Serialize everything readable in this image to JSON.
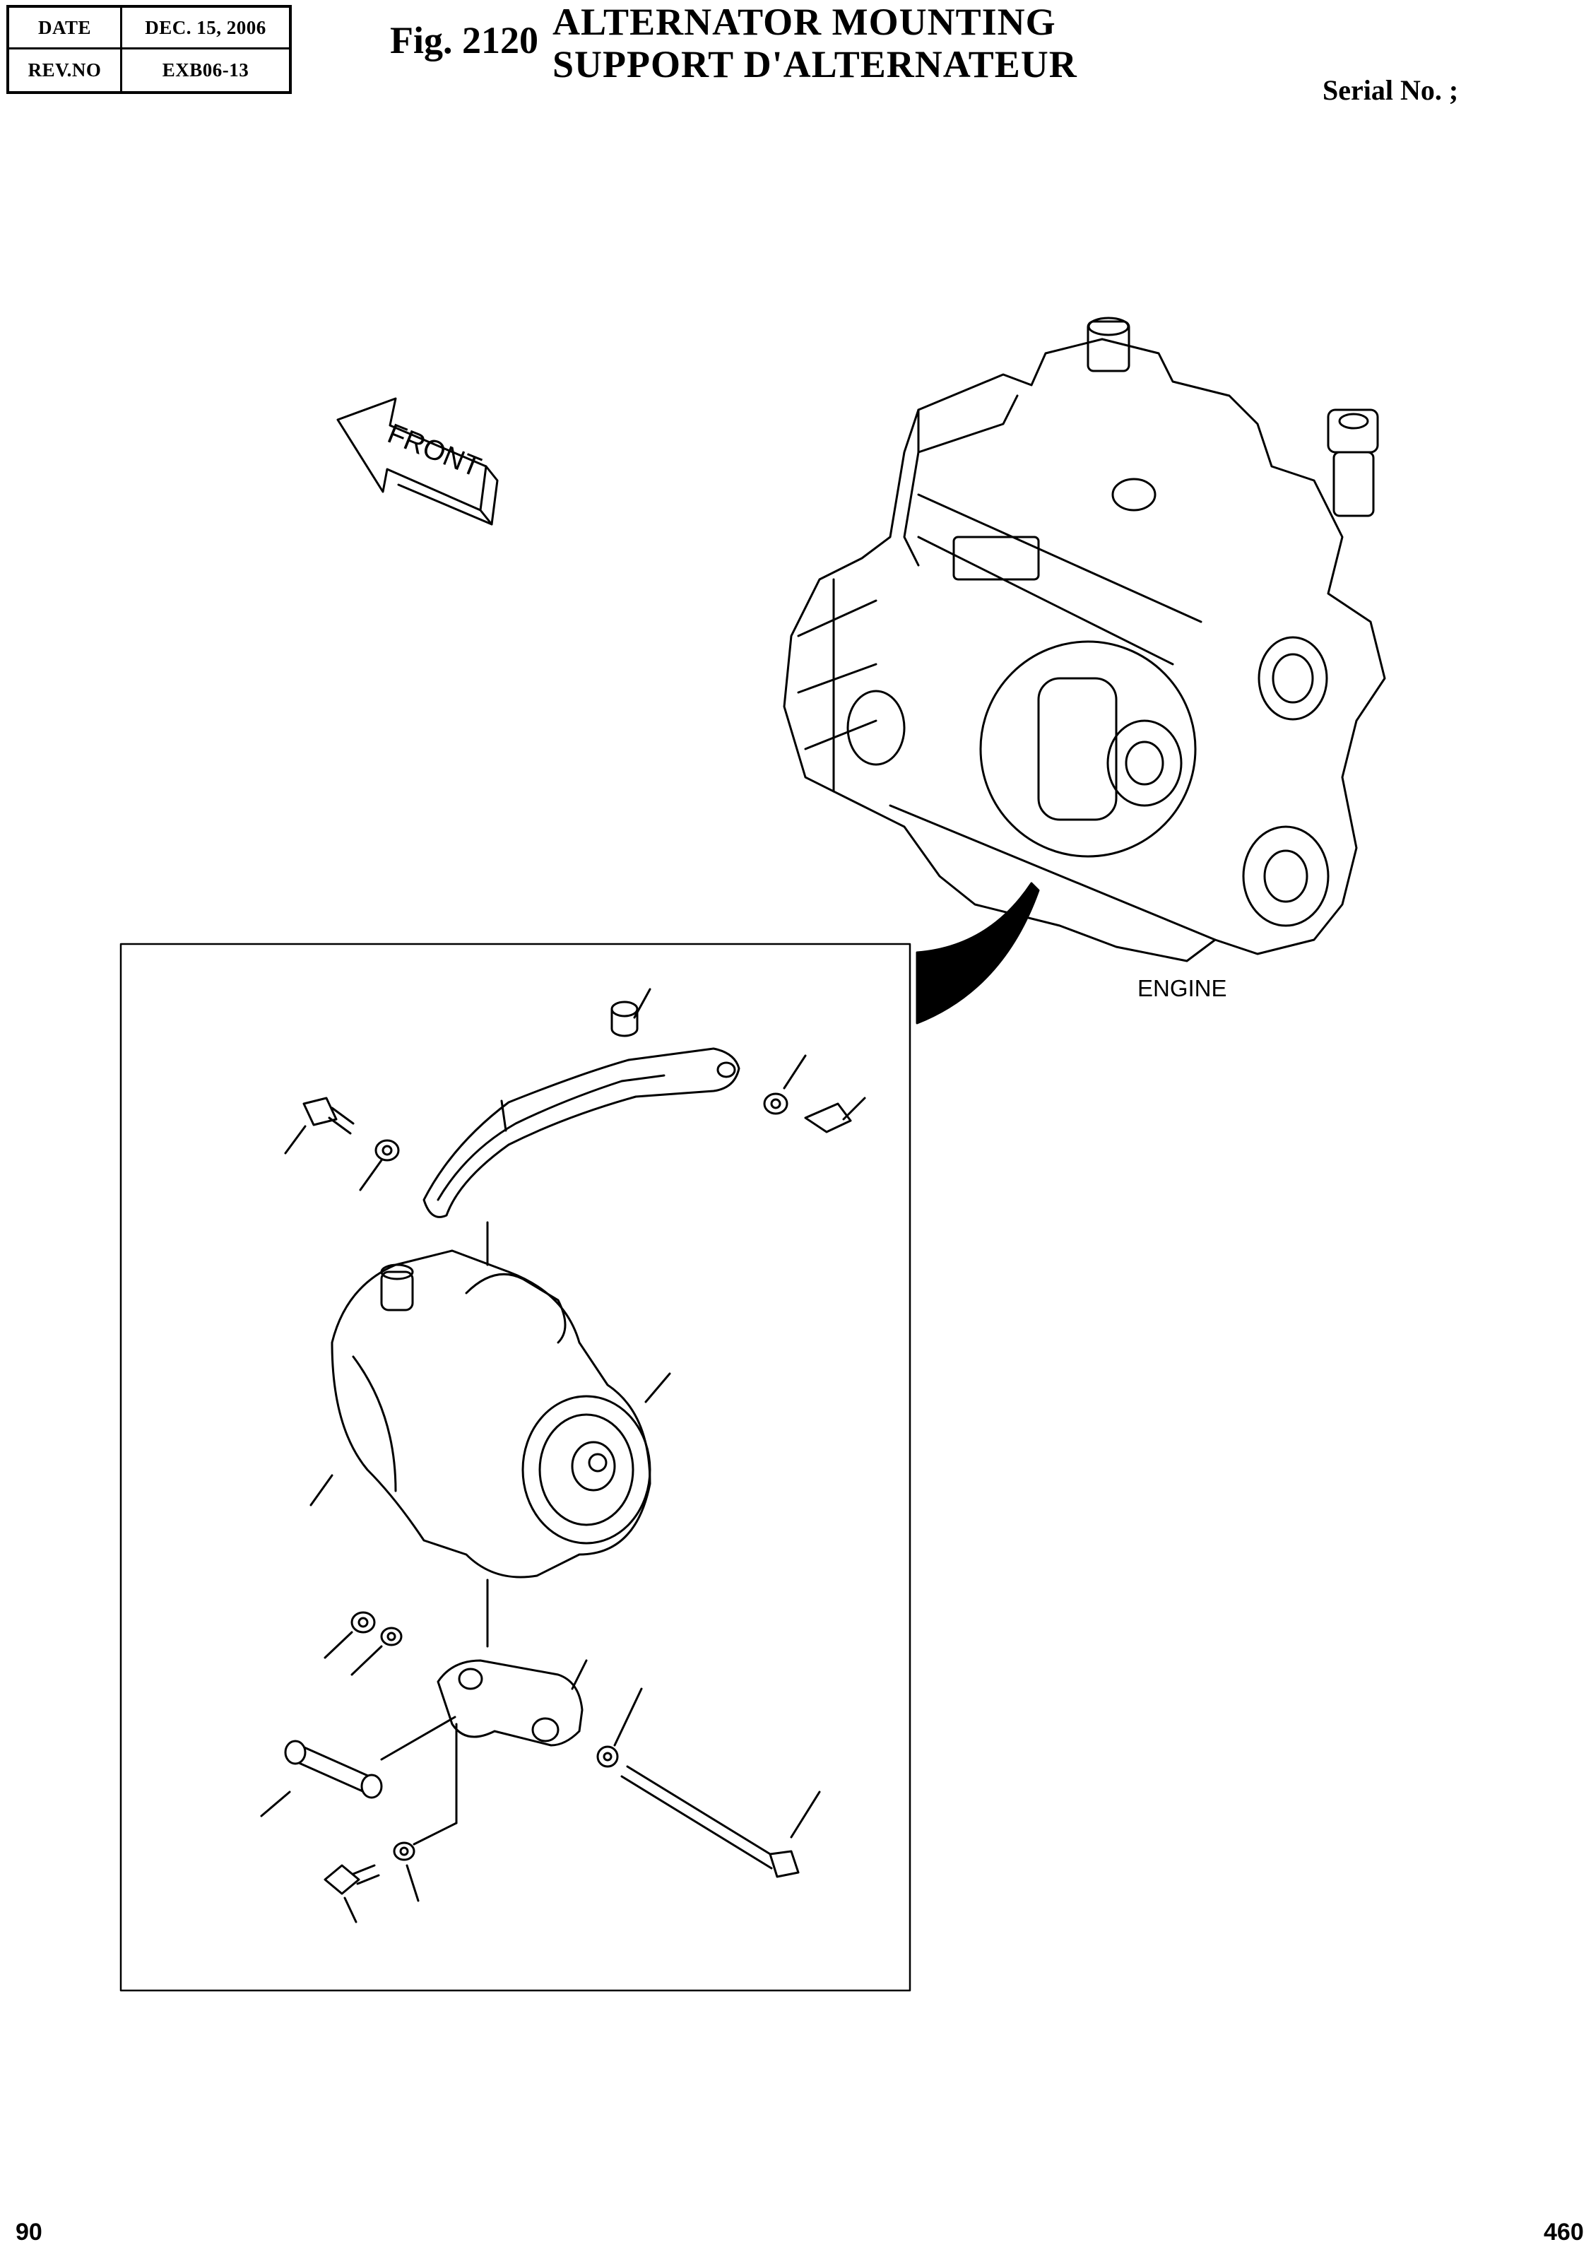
{
  "header": {
    "date_label": "DATE",
    "date_value": "DEC. 15, 2006",
    "rev_label": "REV.NO",
    "rev_value": "EXB06-13"
  },
  "figure": {
    "number": "Fig. 2120",
    "title_en": "ALTERNATOR  MOUNTING",
    "title_fr": "SUPPORT  D'ALTERNATEUR"
  },
  "serial": "Serial No. ;",
  "labels": {
    "front": "FRONT",
    "engine": "ENGINE"
  },
  "footer": {
    "page_left": "90",
    "page_right": "460"
  }
}
